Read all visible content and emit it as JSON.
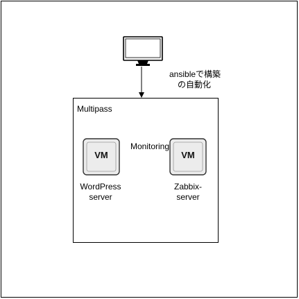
{
  "annotation": {
    "line1": "ansibleで構築",
    "line2": "の自動化"
  },
  "multipass": {
    "label": "Multipass"
  },
  "vm_wordpress": {
    "badge": "VM",
    "label_line1": "WordPress",
    "label_line2": "server"
  },
  "vm_zabbix": {
    "badge": "VM",
    "label_line1": "Zabbix-",
    "label_line2": "server"
  },
  "edge_monitoring": {
    "label": "Monitoring"
  },
  "colors": {
    "stroke": "#000000",
    "vm_fill": "#e8e8e8",
    "vm_stroke": "#333333",
    "monitor_fill": "#f2f2f2"
  },
  "icons": {
    "computer": "monitor-icon",
    "vm": "vm-box-icon"
  }
}
